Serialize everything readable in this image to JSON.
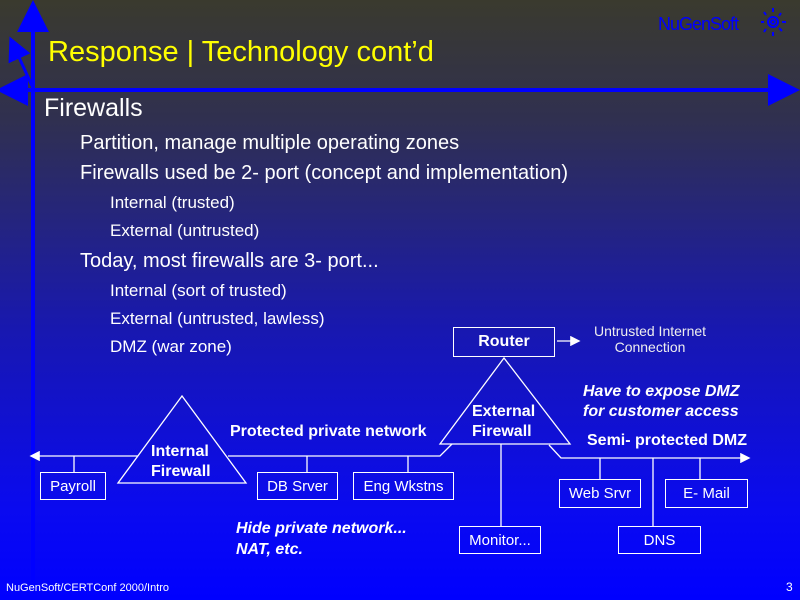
{
  "title": "Response | Technology cont’d",
  "logo": "NuGenSoft",
  "bullets": {
    "heading": "Firewalls",
    "b1": "Partition, manage multiple operating zones",
    "b2": "Firewalls used be 2- port (concept and implementation)",
    "b2a": "Internal (trusted)",
    "b2b": "External (untrusted)",
    "b3": "Today, most firewalls are 3- port...",
    "b3a": "Internal (sort of trusted)",
    "b3b": "External (untrusted, lawless)",
    "b3c": "DMZ (war zone)"
  },
  "diagram": {
    "router": "Router",
    "untrusted1": "Untrusted Internet",
    "untrusted2": "Connection",
    "dmz_note1": "Have to expose DMZ",
    "dmz_note2": "for customer access",
    "ext_fw1": "External",
    "ext_fw2": "Firewall",
    "int_fw1": "Internal",
    "int_fw2": "Firewall",
    "protected": "Protected private network",
    "semi": "Semi- protected DMZ",
    "payroll": "Payroll",
    "db": "DB Srver",
    "eng": "Eng Wkstns",
    "web": "Web Srvr",
    "email": "E- Mail",
    "monitor": "Monitor...",
    "dns": "DNS",
    "hide1": "Hide private network...",
    "hide2": "NAT, etc."
  },
  "footer": "NuGenSoft/CERTConf 2000/Intro",
  "page": "3"
}
